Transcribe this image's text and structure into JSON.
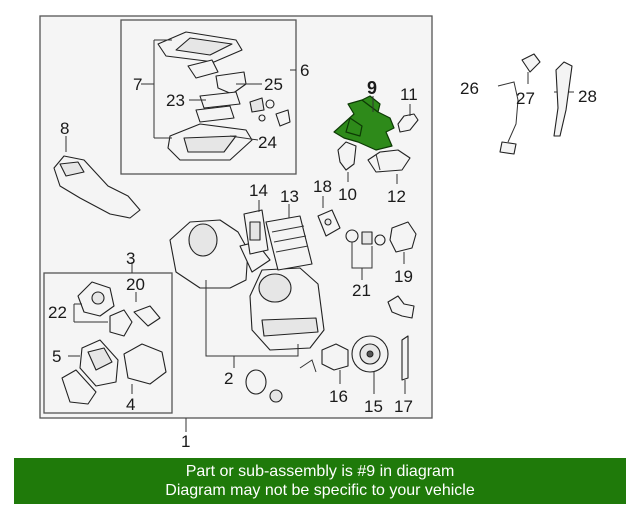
{
  "callouts": {
    "c1": "1",
    "c2": "2",
    "c3": "3",
    "c4": "4",
    "c5": "5",
    "c6": "6",
    "c7": "7",
    "c8": "8",
    "c9": "9",
    "c10": "10",
    "c11": "11",
    "c12": "12",
    "c13": "13",
    "c14": "14",
    "c15": "15",
    "c16": "16",
    "c17": "17",
    "c18": "18",
    "c19": "19",
    "c20": "20",
    "c21": "21",
    "c22": "22",
    "c23": "23",
    "c24": "24",
    "c25": "25",
    "c26": "26",
    "c27": "27",
    "c28": "28"
  },
  "highlight": {
    "part": "9",
    "color": "#2e8a1a"
  },
  "banner": {
    "line1": "Part or sub-assembly is #9 in diagram",
    "line2": "Diagram may not be specific to your vehicle",
    "background": "#1f7a0a",
    "text_color": "#ffffff"
  }
}
